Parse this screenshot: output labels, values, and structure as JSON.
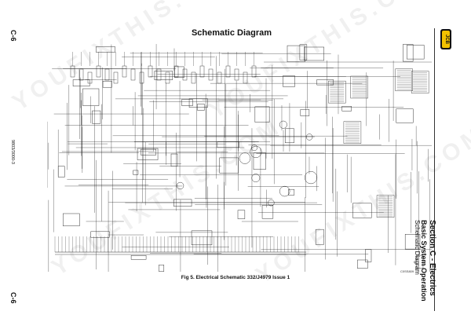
{
  "header": {
    "title": "Schematic Diagram",
    "page_number_top": "C-6",
    "page_number_bottom": "C-6",
    "document_number": "9803/3000-3"
  },
  "sidebar": {
    "section": "Section C - Electrics",
    "subsection": "Basic System Operation",
    "topic": "Schematic Diagram"
  },
  "figure": {
    "caption": "Fig 5. Electrical Schematic 332/J4979 Issue 1",
    "ref_code": "C0SS809"
  },
  "brand": {
    "logo_icon": "jcb-logo-icon",
    "logo_color": "#111111",
    "logo_accent": "#f2c200"
  },
  "watermark": {
    "text": "YOUFIXTHIS.COM"
  }
}
